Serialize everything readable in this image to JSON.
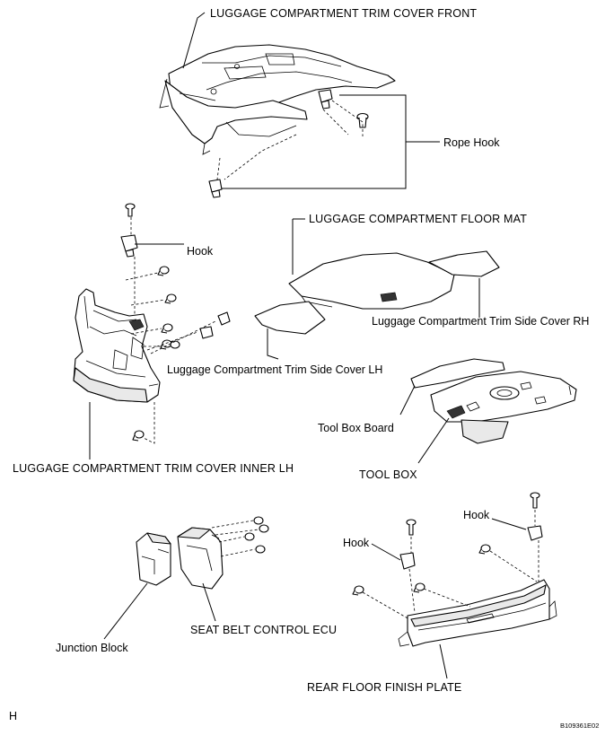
{
  "diagram": {
    "labels": {
      "trim_cover_front": "LUGGAGE COMPARTMENT TRIM COVER FRONT",
      "rope_hook": "Rope Hook",
      "hook_upper": "Hook",
      "floor_mat": "LUGGAGE COMPARTMENT FLOOR MAT",
      "side_cover_rh": "Luggage Compartment Trim Side Cover RH",
      "side_cover_lh": "Luggage Compartment Trim Side Cover LH",
      "tool_box_board": "Tool Box Board",
      "tool_box": "TOOL BOX",
      "trim_cover_inner_lh": "LUGGAGE COMPARTMENT TRIM COVER INNER LH",
      "hook_right": "Hook",
      "hook_middle": "Hook",
      "junction_block": "Junction Block",
      "seat_belt_ecu": "SEAT BELT CONTROL ECU",
      "rear_floor_finish_plate": "REAR FLOOR FINISH PLATE",
      "corner_mark": "H",
      "figure_id": "B109361E02"
    }
  }
}
